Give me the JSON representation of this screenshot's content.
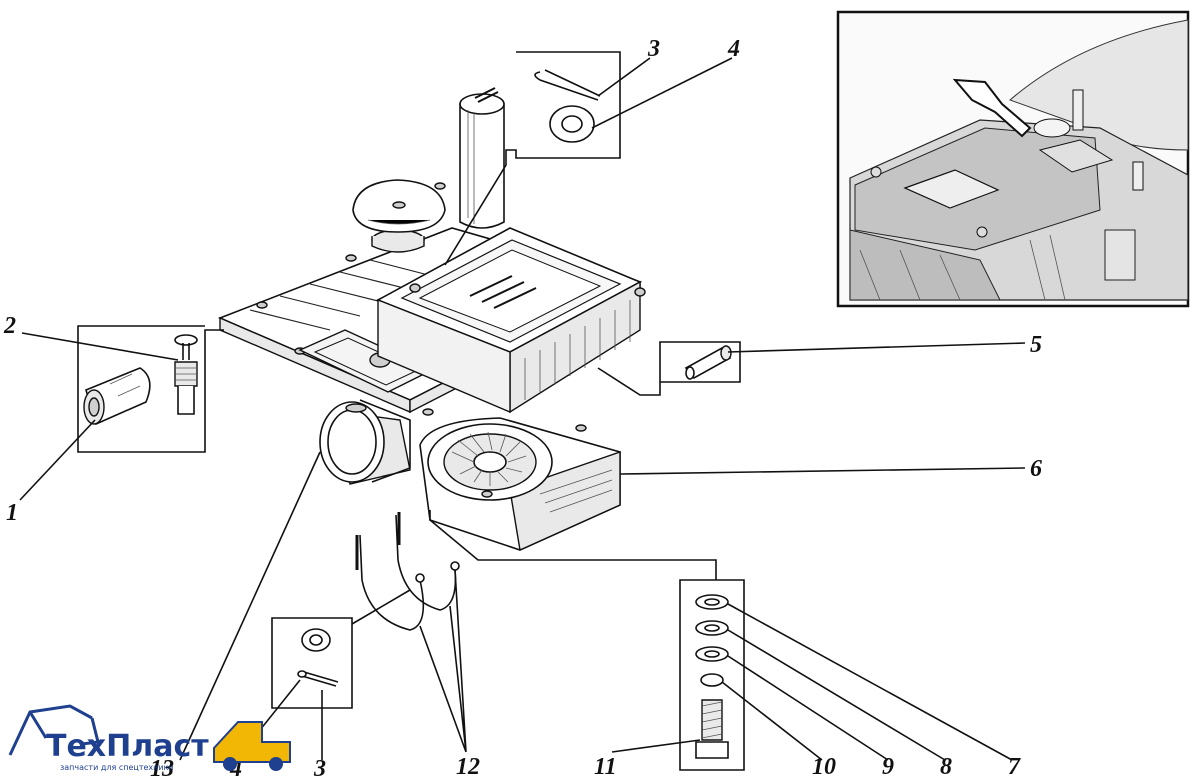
{
  "callouts": [
    {
      "id": "c1",
      "text": "1"
    },
    {
      "id": "c2",
      "text": "2"
    },
    {
      "id": "c3a",
      "text": "3"
    },
    {
      "id": "c4a",
      "text": "4"
    },
    {
      "id": "c5",
      "text": "5"
    },
    {
      "id": "c6",
      "text": "6"
    },
    {
      "id": "c7",
      "text": "7"
    },
    {
      "id": "c8",
      "text": "8"
    },
    {
      "id": "c9",
      "text": "9"
    },
    {
      "id": "c10",
      "text": "10"
    },
    {
      "id": "c11",
      "text": "11"
    },
    {
      "id": "c12",
      "text": "12"
    },
    {
      "id": "c13",
      "text": "13"
    },
    {
      "id": "c4b",
      "text": "4"
    },
    {
      "id": "c3b",
      "text": "3"
    }
  ],
  "logo": {
    "name": "ТехПласт",
    "tagline": "запчасти для спецтехники",
    "brand_color": "#1f3f8f",
    "accent_color": "#f2b705"
  }
}
